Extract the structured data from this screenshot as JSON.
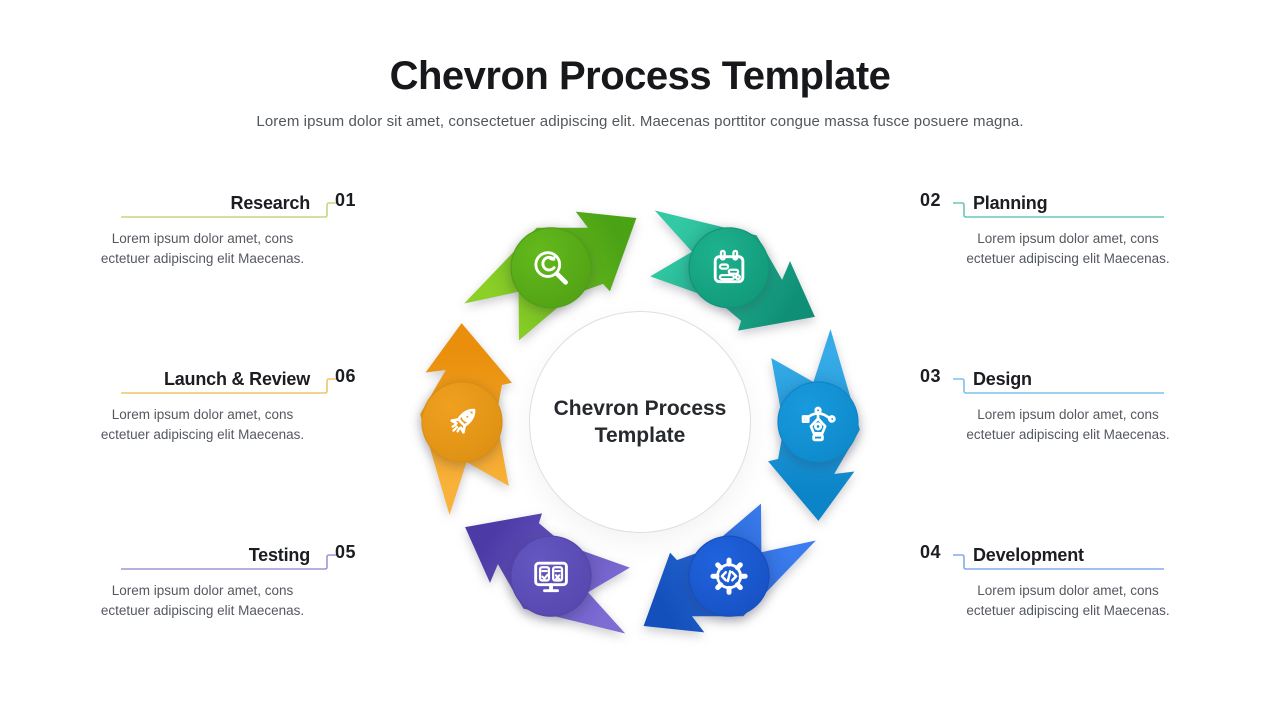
{
  "header": {
    "title": "Chevron Process Template",
    "subtitle": "Lorem ipsum dolor sit amet, consectetuer adipiscing elit. Maecenas porttitor congue massa fusce posuere magna."
  },
  "center": {
    "label_line1": "Chevron Process",
    "label_line2": "Template"
  },
  "steps": [
    {
      "number": "01",
      "title": "Research",
      "desc": "Lorem ipsum dolor  amet, cons ectetuer adipiscing elit Maecenas.",
      "col": "left",
      "row": 0,
      "angle": 240,
      "icon": "research-magnifier-icon",
      "arrow_light": "#8ccf27",
      "arrow_dark": "#4aa315",
      "circle": "#63b91c",
      "circle_dark": "#4f9f14",
      "line": "#c0d97d"
    },
    {
      "number": "02",
      "title": "Planning",
      "desc": "Lorem ipsum dolor  amet, cons ectetuer adipiscing elit Maecenas.",
      "col": "right",
      "row": 0,
      "angle": 300,
      "icon": "planning-calendar-icon",
      "arrow_light": "#33c9a4",
      "arrow_dark": "#0f9076",
      "circle": "#1eb28d",
      "circle_dark": "#0f9678",
      "line": "#68c8b6"
    },
    {
      "number": "03",
      "title": "Design",
      "desc": "Lorem ipsum dolor  amet, cons ectetuer adipiscing elit Maecenas.",
      "col": "right",
      "row": 1,
      "angle": 0,
      "icon": "design-pen-tool-icon",
      "arrow_light": "#36abe7",
      "arrow_dark": "#0b84c8",
      "circle": "#189add",
      "circle_dark": "#0d87c8",
      "line": "#7fc0ea"
    },
    {
      "number": "04",
      "title": "Development",
      "desc": "Lorem ipsum dolor  amet, cons ectetuer adipiscing elit Maecenas.",
      "col": "right",
      "row": 2,
      "angle": 60,
      "icon": "development-gear-code-icon",
      "arrow_light": "#3b7cee",
      "arrow_dark": "#1350bb",
      "circle": "#2063de",
      "circle_dark": "#164fc0",
      "line": "#84abe7"
    },
    {
      "number": "05",
      "title": "Testing",
      "desc": "Lorem ipsum dolor  amet, cons ectetuer adipiscing elit Maecenas.",
      "col": "left",
      "row": 2,
      "angle": 120,
      "icon": "testing-monitor-icon",
      "arrow_light": "#7c6cd4",
      "arrow_dark": "#4c3ba6",
      "circle": "#6557c1",
      "circle_dark": "#5345ab",
      "line": "#9c96d8"
    },
    {
      "number": "06",
      "title": "Launch & Review",
      "desc": "Lorem ipsum dolor  amet, cons ectetuer adipiscing elit Maecenas.",
      "col": "left",
      "row": 1,
      "angle": 180,
      "icon": "launch-rocket-icon",
      "arrow_light": "#f8b23a",
      "arrow_dark": "#e98f0b",
      "circle": "#f0a01f",
      "circle_dark": "#db8e11",
      "line": "#f2c468"
    }
  ]
}
